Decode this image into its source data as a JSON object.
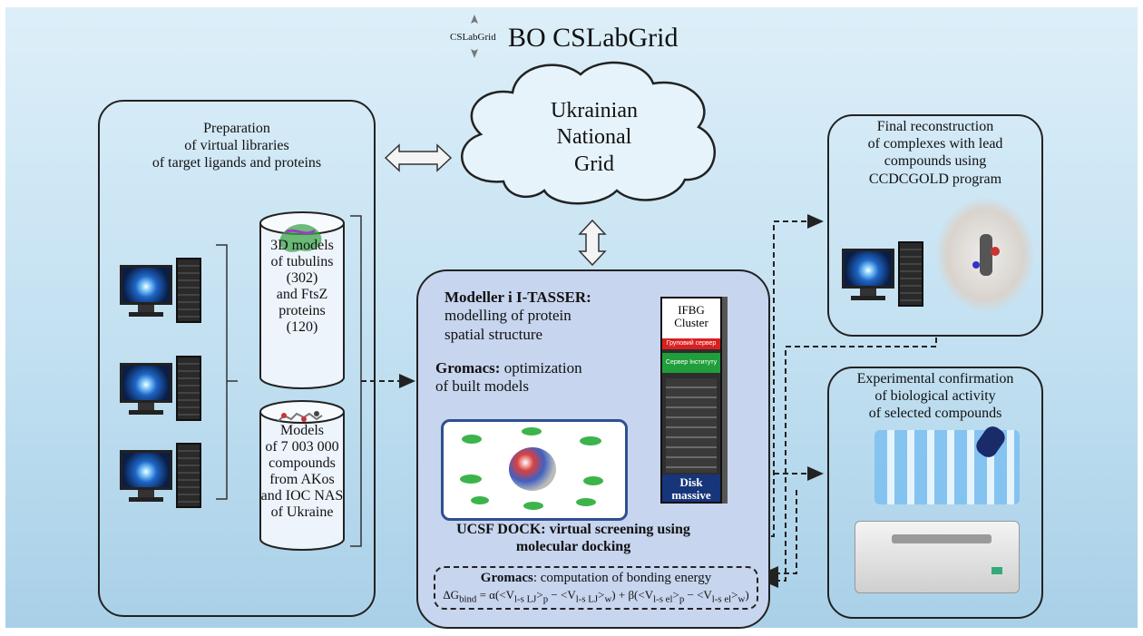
{
  "header": {
    "logo_text": "CSLabGrid",
    "title": "BO CSLabGrid"
  },
  "cloud": {
    "line1": "Ukrainian",
    "line2": "National",
    "line3": "Grid"
  },
  "left_panel": {
    "title_line1": "Preparation",
    "title_line2": "of virtual libraries",
    "title_line3": "of target ligands and proteins",
    "db1": [
      "3D models",
      "of tubulins",
      "(302)",
      "and FtsZ",
      "proteins",
      "(120)"
    ],
    "db2": [
      "Models",
      "of 7 003 000",
      "compounds",
      "from AKos",
      "and IOC NAS",
      "of Ukraine"
    ]
  },
  "center_panel": {
    "modeller_bold": "Modeller i I-TASSER:",
    "modeller_line2": "modelling of protein",
    "modeller_line3": "spatial structure",
    "gromacs_bold": "Gromacs:",
    "gromacs_rest": " optimization",
    "gromacs_line2": "of built models",
    "ucsf_line1": "UCSF DOCK: virtual screening using",
    "ucsf_line2": "molecular docking",
    "energy_bold": "Gromacs",
    "energy_rest": ": computation of bonding energy",
    "formula": "ΔG<sub>bind</sub> = α(&lt;V<sub>l-s LJ</sub>&gt;<sub>p</sub> − &lt;V<sub>l-s LJ</sub>&gt;<sub>w</sub>) + β(&lt;V<sub>l-s el</sub>&gt;<sub>p</sub> − &lt;V<sub>l-s el</sub>&gt;<sub>w</sub>)"
  },
  "cluster": {
    "name_line1": "IFBG",
    "name_line2": "Cluster",
    "red_label": "Груповий сервер",
    "green_label": "Сервер Інституту",
    "disk_line1": "Disk",
    "disk_line2": "massive"
  },
  "right_top": {
    "line1": "Final reconstruction",
    "line2": "of complexes with lead",
    "line3": "compounds using",
    "line4": "CCDCGOLD program"
  },
  "right_bottom": {
    "line1": "Experimental confirmation",
    "line2": "of biological activity",
    "line3": "of selected compounds"
  },
  "colors": {
    "cluster_red": "#d92020",
    "cluster_green": "#1f9e3a",
    "disk_blue": "#17357a",
    "center_fill": "#c7d5ee"
  }
}
